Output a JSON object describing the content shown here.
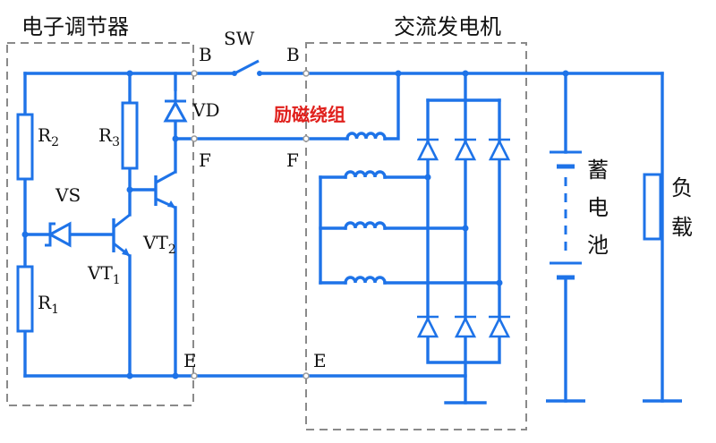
{
  "regulator": {
    "title": "电子调节器"
  },
  "alternator": {
    "title": "交流发电机"
  },
  "excitation_label": "励磁绕组",
  "switch_label": "SW",
  "terminals": {
    "b_left": "B",
    "b_right": "B",
    "f_left": "F",
    "f_right": "F",
    "e_left": "E",
    "e_right": "E"
  },
  "components": {
    "r2": {
      "main": "R",
      "sub": "2"
    },
    "r3": {
      "main": "R",
      "sub": "3"
    },
    "r1": {
      "main": "R",
      "sub": "1"
    },
    "vd": "VD",
    "vs": "VS",
    "vt1": {
      "main": "VT",
      "sub": "1"
    },
    "vt2": {
      "main": "VT",
      "sub": "2"
    }
  },
  "battery": {
    "chars": [
      "蓄",
      "电",
      "池"
    ]
  },
  "load": {
    "chars": [
      "负",
      "载"
    ]
  },
  "colors": {
    "wire": "#1e73e8",
    "dashed_box": "#8a8a8a",
    "excitation_label": "#e0201c"
  }
}
